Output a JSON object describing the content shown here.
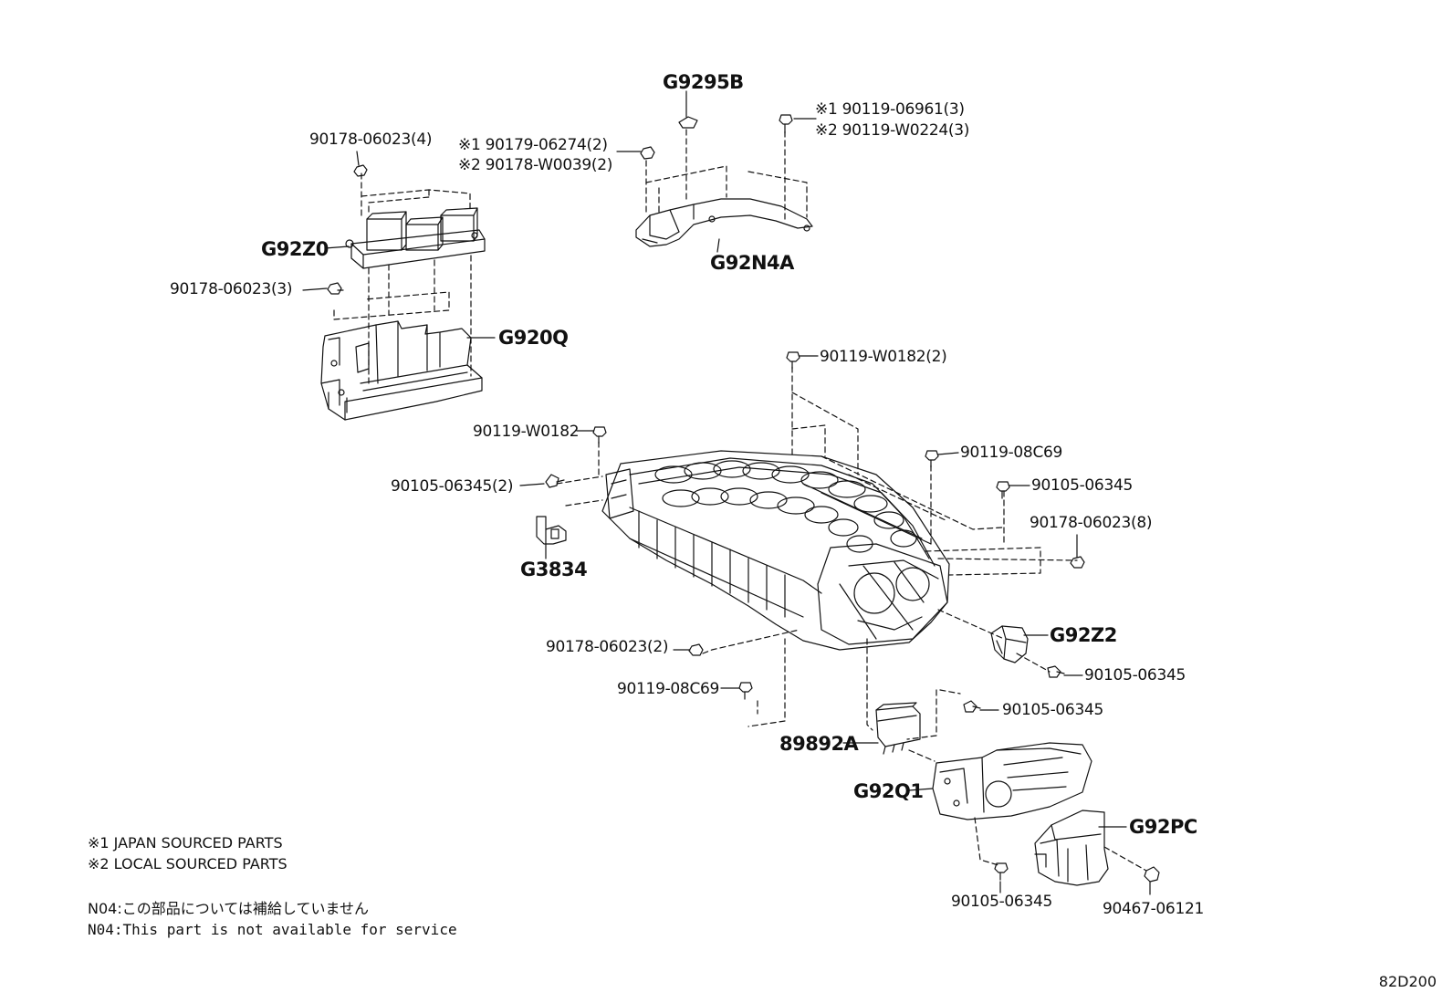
{
  "labels": {
    "g9295b": "G9295B",
    "p90119_06961": "※1 90119-06961(3)",
    "p90119_w0224": "※2 90119-W0224(3)",
    "p90179_06274": "※1 90179-06274(2)",
    "p90178_w0039": "※2 90178-W0039(2)",
    "p90178_06023_4": "90178-06023(4)",
    "g92z0": "G92Z0",
    "g92n4a": "G92N4A",
    "p90178_06023_3": "90178-06023(3)",
    "g920q": "G920Q",
    "p90119_w0182_2": "90119-W0182(2)",
    "p90119_w0182": "90119-W0182",
    "p90119_08c69_top": "90119-08C69",
    "p90105_06345_2": "90105-06345(2)",
    "p90105_06345_r1": "90105-06345",
    "p90178_06023_8": "90178-06023(8)",
    "g3834": "G3834",
    "g92z2": "G92Z2",
    "p90178_06023_2": "90178-06023(2)",
    "p90105_06345_r2": "90105-06345",
    "p90119_08c69_bot": "90119-08C69",
    "p90105_06345_r3": "90105-06345",
    "p89892a": "89892A",
    "g92q1": "G92Q1",
    "g92pc": "G92PC",
    "p90105_06345_bot": "90105-06345",
    "p90467_06121": "90467-06121"
  },
  "notes": {
    "note1": "※1 JAPAN SOURCED PARTS",
    "note2": "※2 LOCAL SOURCED PARTS",
    "n04_jp": "N04:この部品については補給していません",
    "n04_en": "N04:This part is not available for service"
  },
  "diagram_ref": "82D200"
}
